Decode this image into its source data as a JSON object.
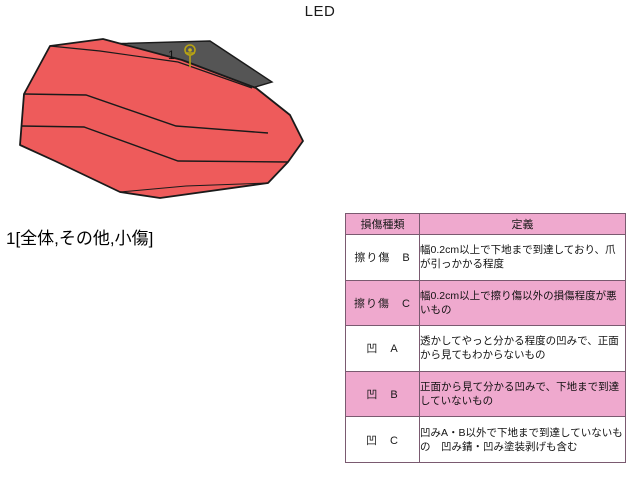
{
  "page": {
    "title": "LED"
  },
  "illustration": {
    "name": "tail-lamp-diagram",
    "body_color": "#ee5b5b",
    "top_strip_color": "#555555",
    "outline_color": "#1a1a1a",
    "marker": {
      "number": "1",
      "pin_color": "#c9b415",
      "icon": "pushpin-icon"
    }
  },
  "caption": {
    "text": "1[全体,その他,小傷]"
  },
  "table": {
    "name": "damage-definition-table",
    "header_bg": "#efa9ce",
    "row_alt_bg": "#efa9ce",
    "columns": [
      "損傷種類",
      "定義"
    ],
    "rows": [
      {
        "kind": "擦り傷　B",
        "definition": "幅0.2cm以上で下地まで到達しており、爪が引っかかる程度",
        "shaded": false
      },
      {
        "kind": "擦り傷　C",
        "definition": "幅0.2cm以上で擦り傷以外の損傷程度が悪いもの",
        "shaded": true
      },
      {
        "kind": "凹　A",
        "definition": "透かしてやっと分かる程度の凹みで、正面から見てもわからないもの",
        "shaded": false
      },
      {
        "kind": "凹　B",
        "definition": "正面から見て分かる凹みで、下地まで到達していないもの",
        "shaded": true
      },
      {
        "kind": "凹　C",
        "definition": "凹みA・B以外で下地まで到達していないもの　凹み錆・凹み塗装剥げも含む",
        "shaded": false
      }
    ]
  }
}
